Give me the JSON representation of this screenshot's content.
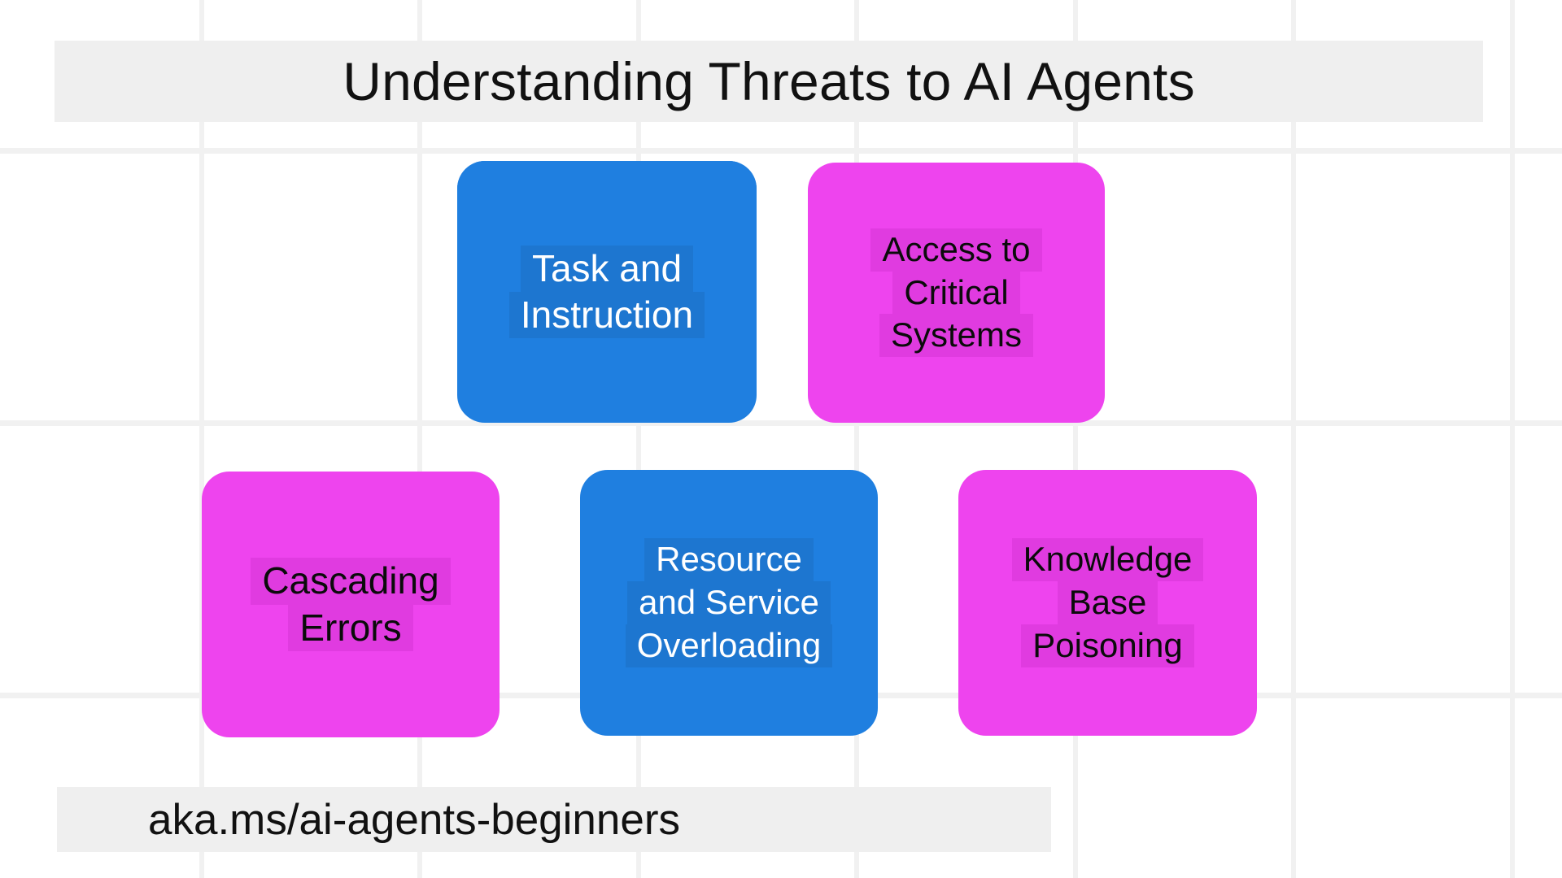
{
  "slide": {
    "background_color": "#ffffff",
    "grid_color": "#f1f1f1",
    "banner_color": "#efefef",
    "vertical_gridlines_x": [
      248,
      517,
      785,
      1053,
      1322,
      1590,
      1858
    ],
    "horizontal_gridlines_y": [
      185,
      520,
      855
    ],
    "accent_blue": "#1f7fe0",
    "accent_magenta": "#ee44ee"
  },
  "header": {
    "title": "Understanding Threats to AI Agents"
  },
  "footer": {
    "url": "aka.ms/ai-agents-beginners"
  },
  "decorations": [
    {
      "name": "blue-circle-left",
      "color": "#1f6fe0"
    },
    {
      "name": "blue-circle-right",
      "color": "#1f6fe0"
    }
  ],
  "cards": [
    {
      "id": "task-and-instruction",
      "color": "blue",
      "color_hex": "#1f7fe0",
      "lines": [
        "Task and",
        "Instruction"
      ],
      "font_size": 46
    },
    {
      "id": "access-to-critical-systems",
      "color": "magenta",
      "color_hex": "#ee44ee",
      "lines": [
        "Access to",
        "Critical",
        "Systems"
      ],
      "font_size": 42
    },
    {
      "id": "cascading-errors",
      "color": "magenta",
      "color_hex": "#ee44ee",
      "lines": [
        "Cascading",
        "Errors"
      ],
      "font_size": 46
    },
    {
      "id": "resource-and-service-overloading",
      "color": "blue",
      "color_hex": "#1f7fe0",
      "lines": [
        "Resource",
        "and Service",
        "Overloading"
      ],
      "font_size": 42
    },
    {
      "id": "knowledge-base-poisoning",
      "color": "magenta",
      "color_hex": "#ee44ee",
      "lines": [
        "Knowledge",
        "Base",
        "Poisoning"
      ],
      "font_size": 42
    }
  ]
}
